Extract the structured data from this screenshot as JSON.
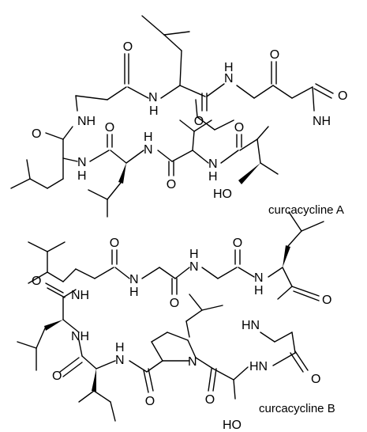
{
  "molecules": [
    {
      "name": "curcacycline A"
    },
    {
      "name": "curcacycline B"
    }
  ],
  "atom_labels": {
    "O": "O",
    "NH": "NH",
    "N": "N",
    "H": "H",
    "HN": "HN",
    "HO": "HO"
  }
}
